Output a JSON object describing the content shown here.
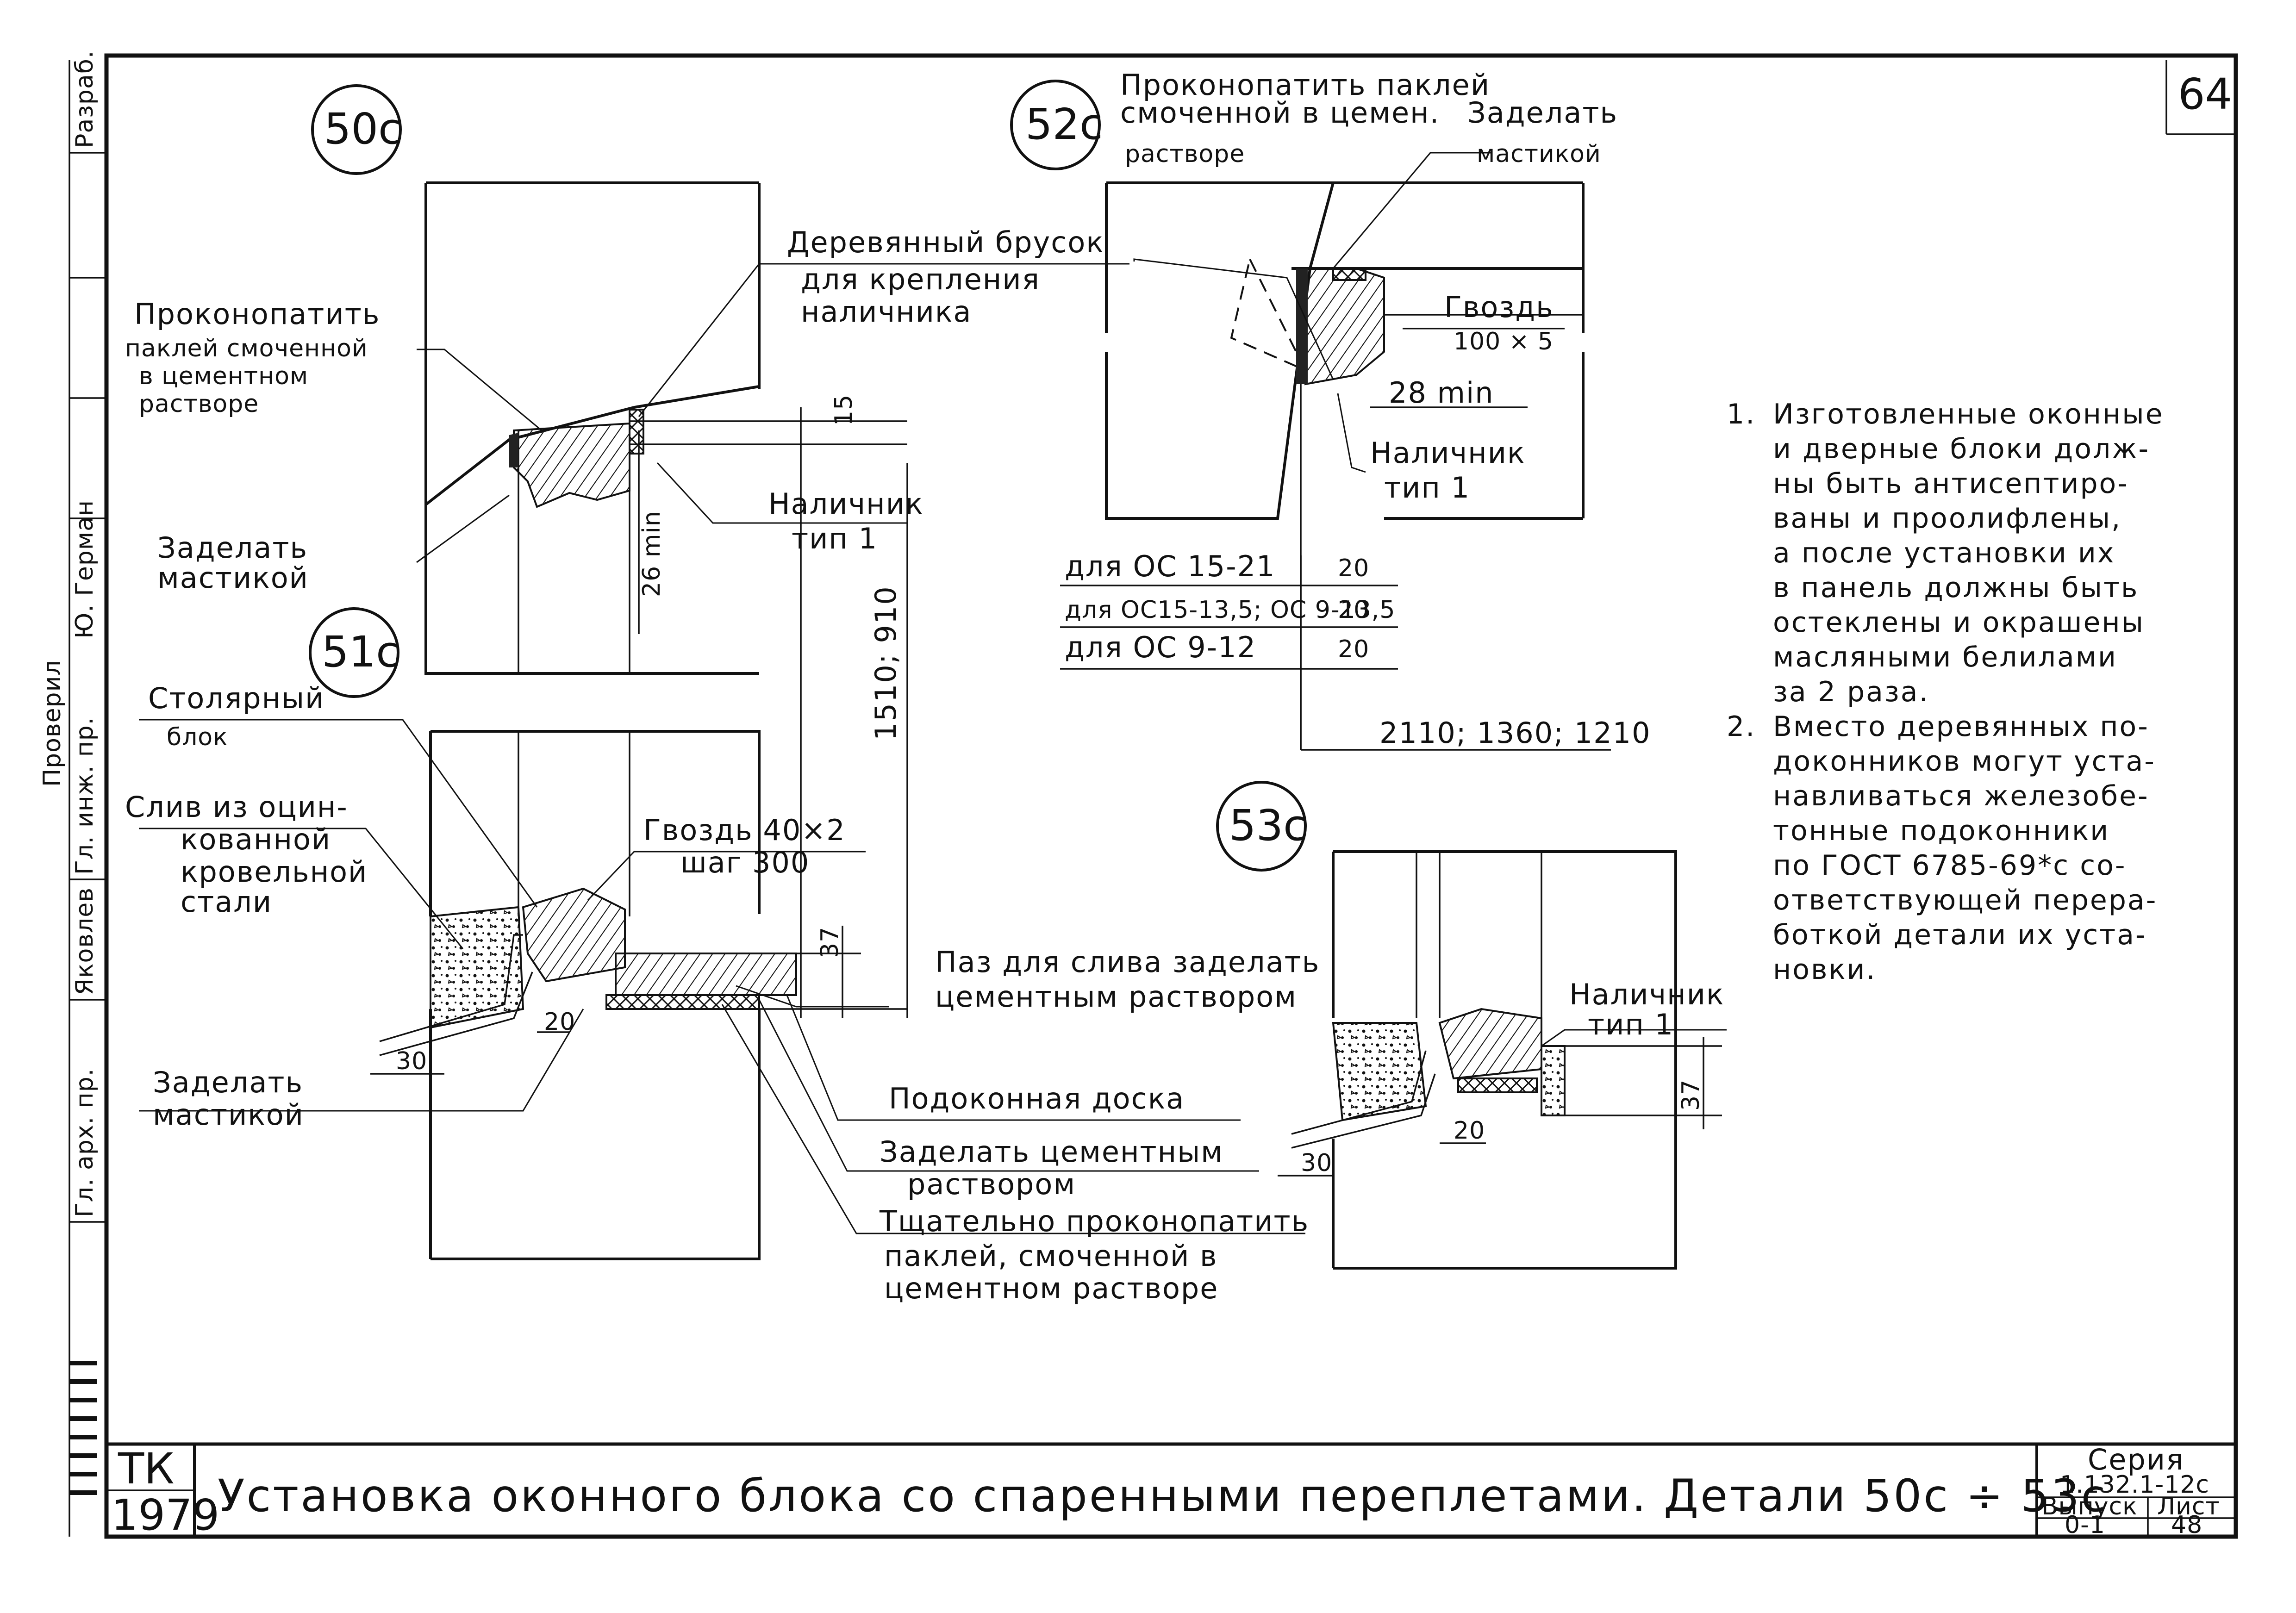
{
  "sheet_number": "64",
  "details": {
    "d50": {
      "mark": "50с",
      "labels": {
        "wooden_bar": [
          "Деревянный брусок",
          "для крепления",
          "наличника"
        ],
        "caulk": [
          "Проконопатить",
          "паклей смоченной",
          "в цементном",
          "растворе"
        ],
        "seal": [
          "Заделать",
          "мастикой"
        ],
        "casing": [
          "Наличник",
          "тип 1"
        ]
      },
      "dims": {
        "d15": "15",
        "d26": "26 min",
        "height": "1510; 910"
      }
    },
    "d51": {
      "mark": "51с",
      "labels": {
        "joinery": [
          "Столярный",
          "блок"
        ],
        "drip": [
          "Слив из оцин-",
          "кованной",
          "кровельной",
          "стали"
        ],
        "nail": [
          "Гвоздь 40×2",
          "шаг 300"
        ],
        "seal": [
          "Заделать",
          "мастикой"
        ],
        "groove": [
          "Паз для слива заделать",
          "цементным раствором"
        ],
        "sill_board": "Подоконная доска",
        "cement": [
          "Заделать цементным",
          "раствором"
        ],
        "caulk": [
          "Тщательно проконопатить",
          "паклей, смоченной в",
          "цементном растворе"
        ]
      },
      "dims": {
        "d37": "37",
        "d20": "20",
        "d30": "30"
      }
    },
    "d52": {
      "mark": "52с",
      "labels": {
        "caulk": [
          "Проконопатить паклей",
          "смоченной в цемен.",
          "растворе"
        ],
        "seal": [
          "Заделать",
          "мастикой"
        ],
        "nail": [
          "Гвоздь",
          "100 × 5"
        ],
        "casing": [
          "Наличник",
          "тип 1"
        ]
      },
      "dims": {
        "d28": "28 min",
        "table": [
          {
            "label": "для ОС 15-21",
            "value": "20"
          },
          {
            "label": "для ОС15-13,5; ОС 9-13,5",
            "value": "20"
          },
          {
            "label": "для ОС 9-12",
            "value": "20"
          }
        ],
        "widths": "2110; 1360; 1210"
      }
    },
    "d53": {
      "mark": "53с",
      "labels": {
        "casing": [
          "Наличник",
          "тип 1"
        ]
      },
      "dims": {
        "d37": "37",
        "d20": "20",
        "d30": "30"
      }
    }
  },
  "notes": [
    [
      "1.",
      "Изготовленные оконные",
      "и дверные блоки долж-",
      "ны быть антисептиро-",
      "ваны и проолифлены,",
      "а после установки их",
      "в панель должны быть",
      "остеклены и окрашены",
      "масляными белилами",
      "за 2 раза."
    ],
    [
      "2.",
      "Вместо деревянных по-",
      "доконников могут уста-",
      "навливаться железобе-",
      "тонные подоконники",
      "по ГОСТ 6785-69*с со-",
      "ответствующей перера-",
      "боткой детали их уста-",
      "новки."
    ]
  ],
  "left_stamp": [
    "Разраб.",
    "Ю. Герман",
    "Проверил",
    "Гл. инж. пр.",
    "Гл. арх. пр.",
    "Яковлев"
  ],
  "title_block": {
    "org": "ТК",
    "year": "1979",
    "title": "Установка оконного блока со спаренными переплетами. Детали 50с ÷ 53с",
    "series_label": "Серия",
    "series_value": "1.132.1-12с",
    "issue_label": "Выпуск",
    "issue_value": "0-1",
    "sheet_label": "Лист",
    "sheet_value": "48"
  },
  "colors": {
    "ink": "#111111",
    "paper": "#ffffff"
  }
}
